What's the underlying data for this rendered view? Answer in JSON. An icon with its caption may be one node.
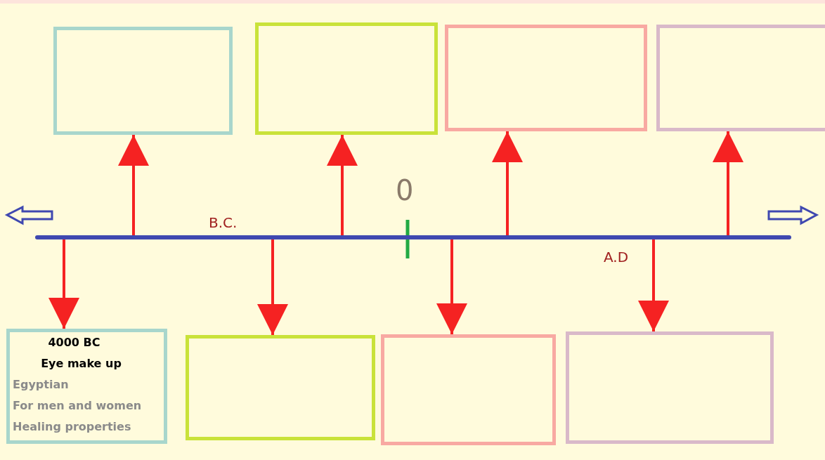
{
  "diagram": {
    "nodes": [
      {
        "text": [],
        "shape": "box"
      },
      {
        "text": [],
        "shape": "box"
      },
      {
        "text": [],
        "shape": "box"
      },
      {
        "text": [],
        "shape": "box"
      },
      {
        "text": [],
        "shape": "bar"
      },
      {
        "text": [
          "4000 BC",
          "Eye make up",
          "Egyptian",
          "For men and women",
          "Healing properties"
        ]
      },
      {
        "text": [],
        "shape": "box"
      },
      {
        "text": [],
        "shape": "box"
      },
      {
        "text": [],
        "shape": "box"
      }
    ],
    "edges": [
      {
        "from": 4,
        "to": 5,
        "arrow": "to"
      },
      {
        "from": 4,
        "to": 0,
        "arrow": "to"
      },
      {
        "from": 4,
        "to": 6,
        "arrow": "to"
      },
      {
        "from": 4,
        "to": 1,
        "arrow": "to"
      },
      {
        "from": 4,
        "to": 7,
        "arrow": "to"
      },
      {
        "from": 4,
        "to": 2,
        "arrow": "to"
      },
      {
        "from": 4,
        "to": 8,
        "arrow": "to"
      },
      {
        "from": 4,
        "to": 3,
        "arrow": "to"
      }
    ],
    "labels": [
      "0",
      "B.C.",
      "A.D"
    ]
  }
}
